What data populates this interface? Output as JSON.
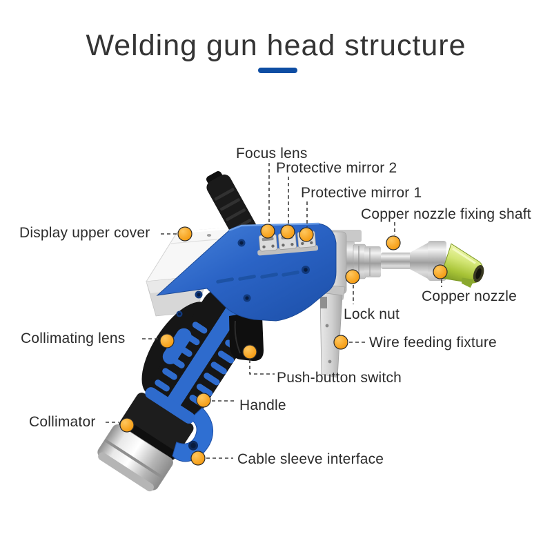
{
  "title": {
    "text": "Welding gun head structure"
  },
  "style": {
    "accent_underline": "#0e4da3",
    "marker_orange": "#f6a01a",
    "gun_body_blue": "#2b64c6",
    "nozzle_green": "#bcd44e",
    "metal_silver": "#d9d9d9"
  },
  "diagram": {
    "labels": [
      {
        "id": "focus-lens",
        "text": "Focus lens"
      },
      {
        "id": "protective-mirror-2",
        "text": "Protective mirror 2"
      },
      {
        "id": "protective-mirror-1",
        "text": "Protective mirror 1"
      },
      {
        "id": "copper-nozzle-fixing-shaft",
        "text": "Copper nozzle fixing shaft"
      },
      {
        "id": "display-upper-cover",
        "text": "Display upper cover"
      },
      {
        "id": "copper-nozzle",
        "text": "Copper nozzle"
      },
      {
        "id": "lock-nut",
        "text": "Lock nut"
      },
      {
        "id": "wire-feeding-fixture",
        "text": "Wire feeding fixture"
      },
      {
        "id": "collimating-lens",
        "text": "Collimating lens"
      },
      {
        "id": "push-button-switch",
        "text": "Push-button switch"
      },
      {
        "id": "handle",
        "text": "Handle"
      },
      {
        "id": "collimator",
        "text": "Collimator"
      },
      {
        "id": "cable-sleeve-interface",
        "text": "Cable sleeve interface"
      }
    ]
  }
}
